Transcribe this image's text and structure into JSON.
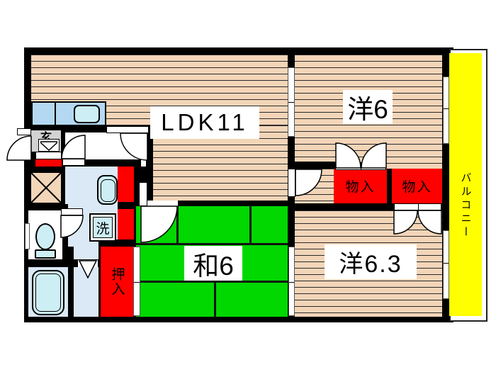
{
  "labels": {
    "ldk": "LDK11",
    "western_room_1": "洋6",
    "western_room_2": "洋6.3",
    "japanese_room": "和6",
    "balcony": "バルコニー",
    "storage_1": "物入",
    "storage_2": "物入",
    "closet": "押入",
    "entrance": "玄",
    "laundry": "洗"
  },
  "colors": {
    "wall": "#000000",
    "wood_floor": "#f3d5b8",
    "wood_line": "#2b2b2b",
    "tatami_green": "#00d800",
    "closet_red": "#ff0000",
    "balcony_yellow": "#ffff00",
    "water_area_blue": "#dbe9f7",
    "fixture_cyan": "#cdeef4",
    "counter_blue": "#b5d8f2",
    "genkan_gray": "#d2d2d2"
  }
}
